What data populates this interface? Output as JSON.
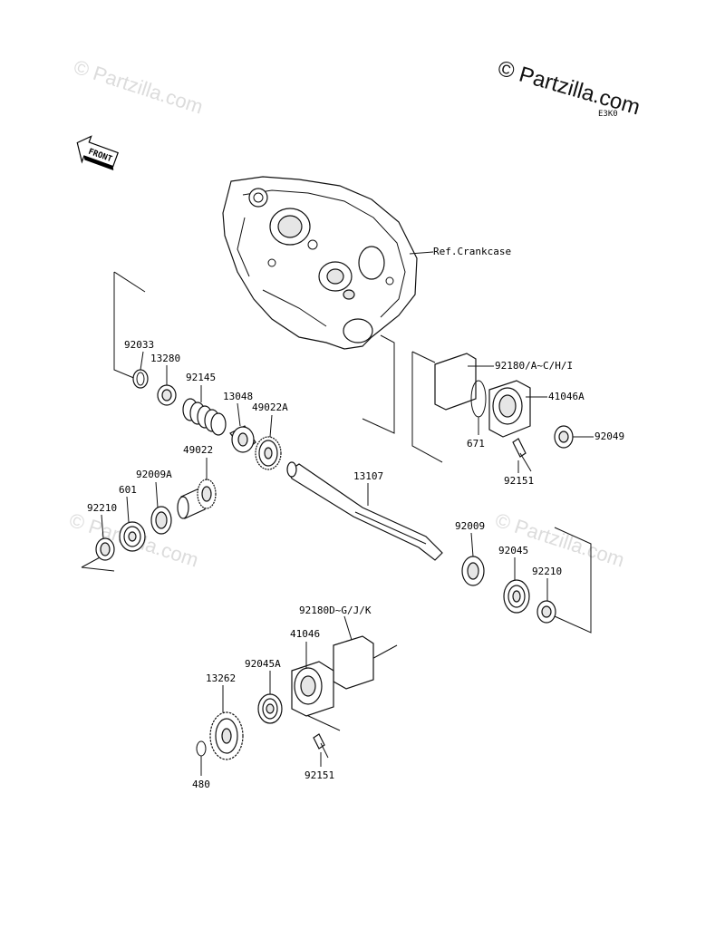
{
  "brand": {
    "text": "© Partzilla.com",
    "code": "E3K0"
  },
  "watermarks": [
    "© Partzilla.com",
    "© Partzilla.com",
    "© Partzilla.com"
  ],
  "front_arrow": "FRONT",
  "crankcase_label": "Ref.Crankcase",
  "labels": {
    "p92033": "92033",
    "p13280": "13280",
    "p92145": "92145",
    "p13048": "13048",
    "p49022A": "49022A",
    "p49022": "49022",
    "p92009A": "92009A",
    "p601": "601",
    "p92210a": "92210",
    "p13107": "13107",
    "p92180A": "92180/A~C/H/I",
    "p41046A": "41046A",
    "p671": "671",
    "p92049": "92049",
    "p92151a": "92151",
    "p92009": "92009",
    "p92045": "92045",
    "p92210b": "92210",
    "p92180D": "92180D~G/J/K",
    "p41046": "41046",
    "p92045A": "92045A",
    "p13262": "13262",
    "p480": "480",
    "p92151b": "92151"
  }
}
